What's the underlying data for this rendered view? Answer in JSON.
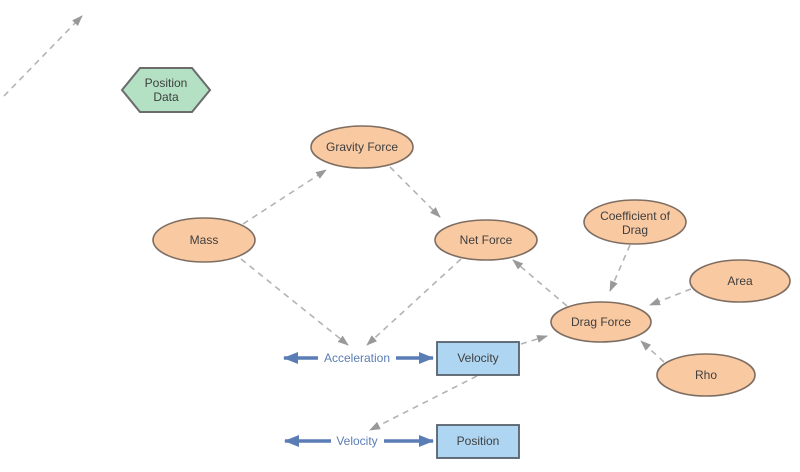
{
  "diagram": {
    "colors": {
      "variable_fill": "#f9c9a2",
      "variable_border": "#7e6e62",
      "data_fill": "#b4e0c3",
      "data_border": "#6b6b6b",
      "stock_fill": "#aed6f2",
      "stock_border": "#57616b",
      "flow_color": "#5b7db5",
      "link_color": "#b3b3b3",
      "link_arrow_color": "#999999",
      "text_color": "#3f3f3f"
    },
    "nodes": {
      "position_data": {
        "label_line1": "Position",
        "label_line2": "Data"
      },
      "gravity_force": {
        "label": "Gravity Force"
      },
      "mass": {
        "label": "Mass"
      },
      "net_force": {
        "label": "Net Force"
      },
      "coefficient_of_drag": {
        "label_line1": "Coefficient of",
        "label_line2": "Drag"
      },
      "area": {
        "label": "Area"
      },
      "drag_force": {
        "label": "Drag Force"
      },
      "rho": {
        "label": "Rho"
      },
      "velocity_stock": {
        "label": "Velocity"
      },
      "position_stock": {
        "label": "Position"
      }
    },
    "flows": {
      "acceleration": {
        "label": "Acceleration"
      },
      "velocity": {
        "label": "Velocity"
      }
    }
  }
}
